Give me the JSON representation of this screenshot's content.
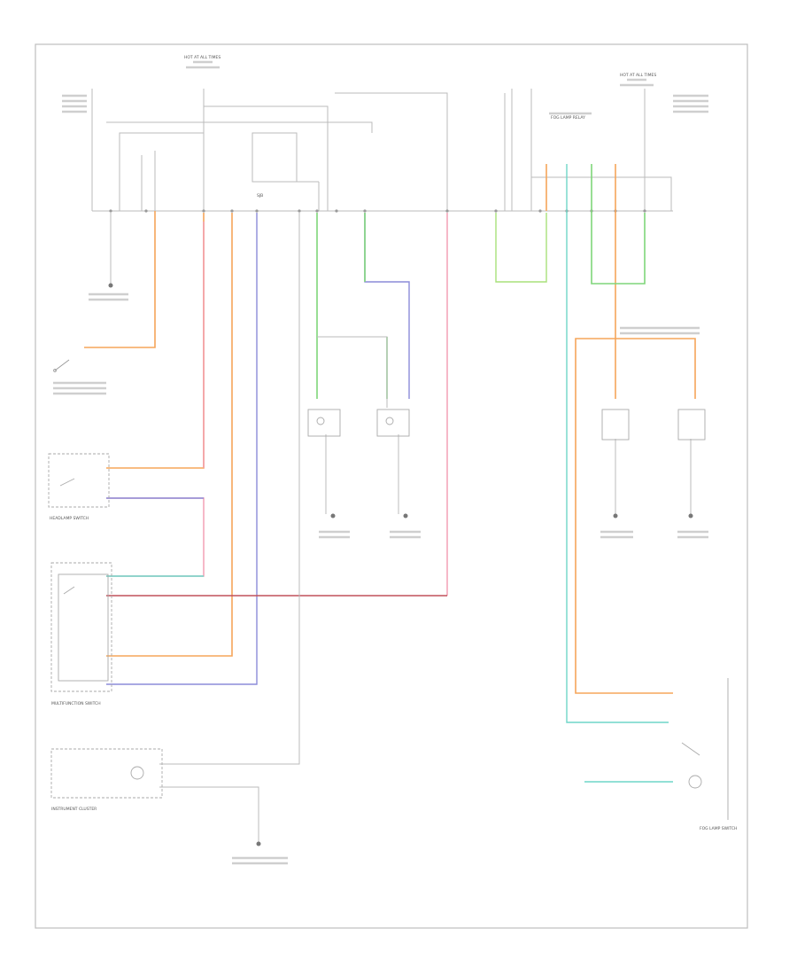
{
  "diagram": {
    "ref_code": "",
    "blocks": {
      "fuse_left": "HOT AT ALL TIMES",
      "fuse_right": "HOT AT ALL TIMES",
      "relay_center": "SJB",
      "fog_lamp_relay": "FOG LAMP RELAY",
      "headlamp_switch": "HEADLAMP SWITCH",
      "multifunction_switch": "MULTIFUNCTION SWITCH",
      "instrument_cluster": "INSTRUMENT CLUSTER",
      "fog_lamp_switch": "FOG LAMP SWITCH"
    },
    "wire_colors": {
      "orange": "#f5a55a",
      "pink": "#f29ab0",
      "green": "#7fd67a",
      "blue": "#8c8cd9",
      "cyan": "#6fd6c8",
      "red": "#c0505a",
      "lime": "#a8e07a",
      "gray": "#999999"
    }
  }
}
